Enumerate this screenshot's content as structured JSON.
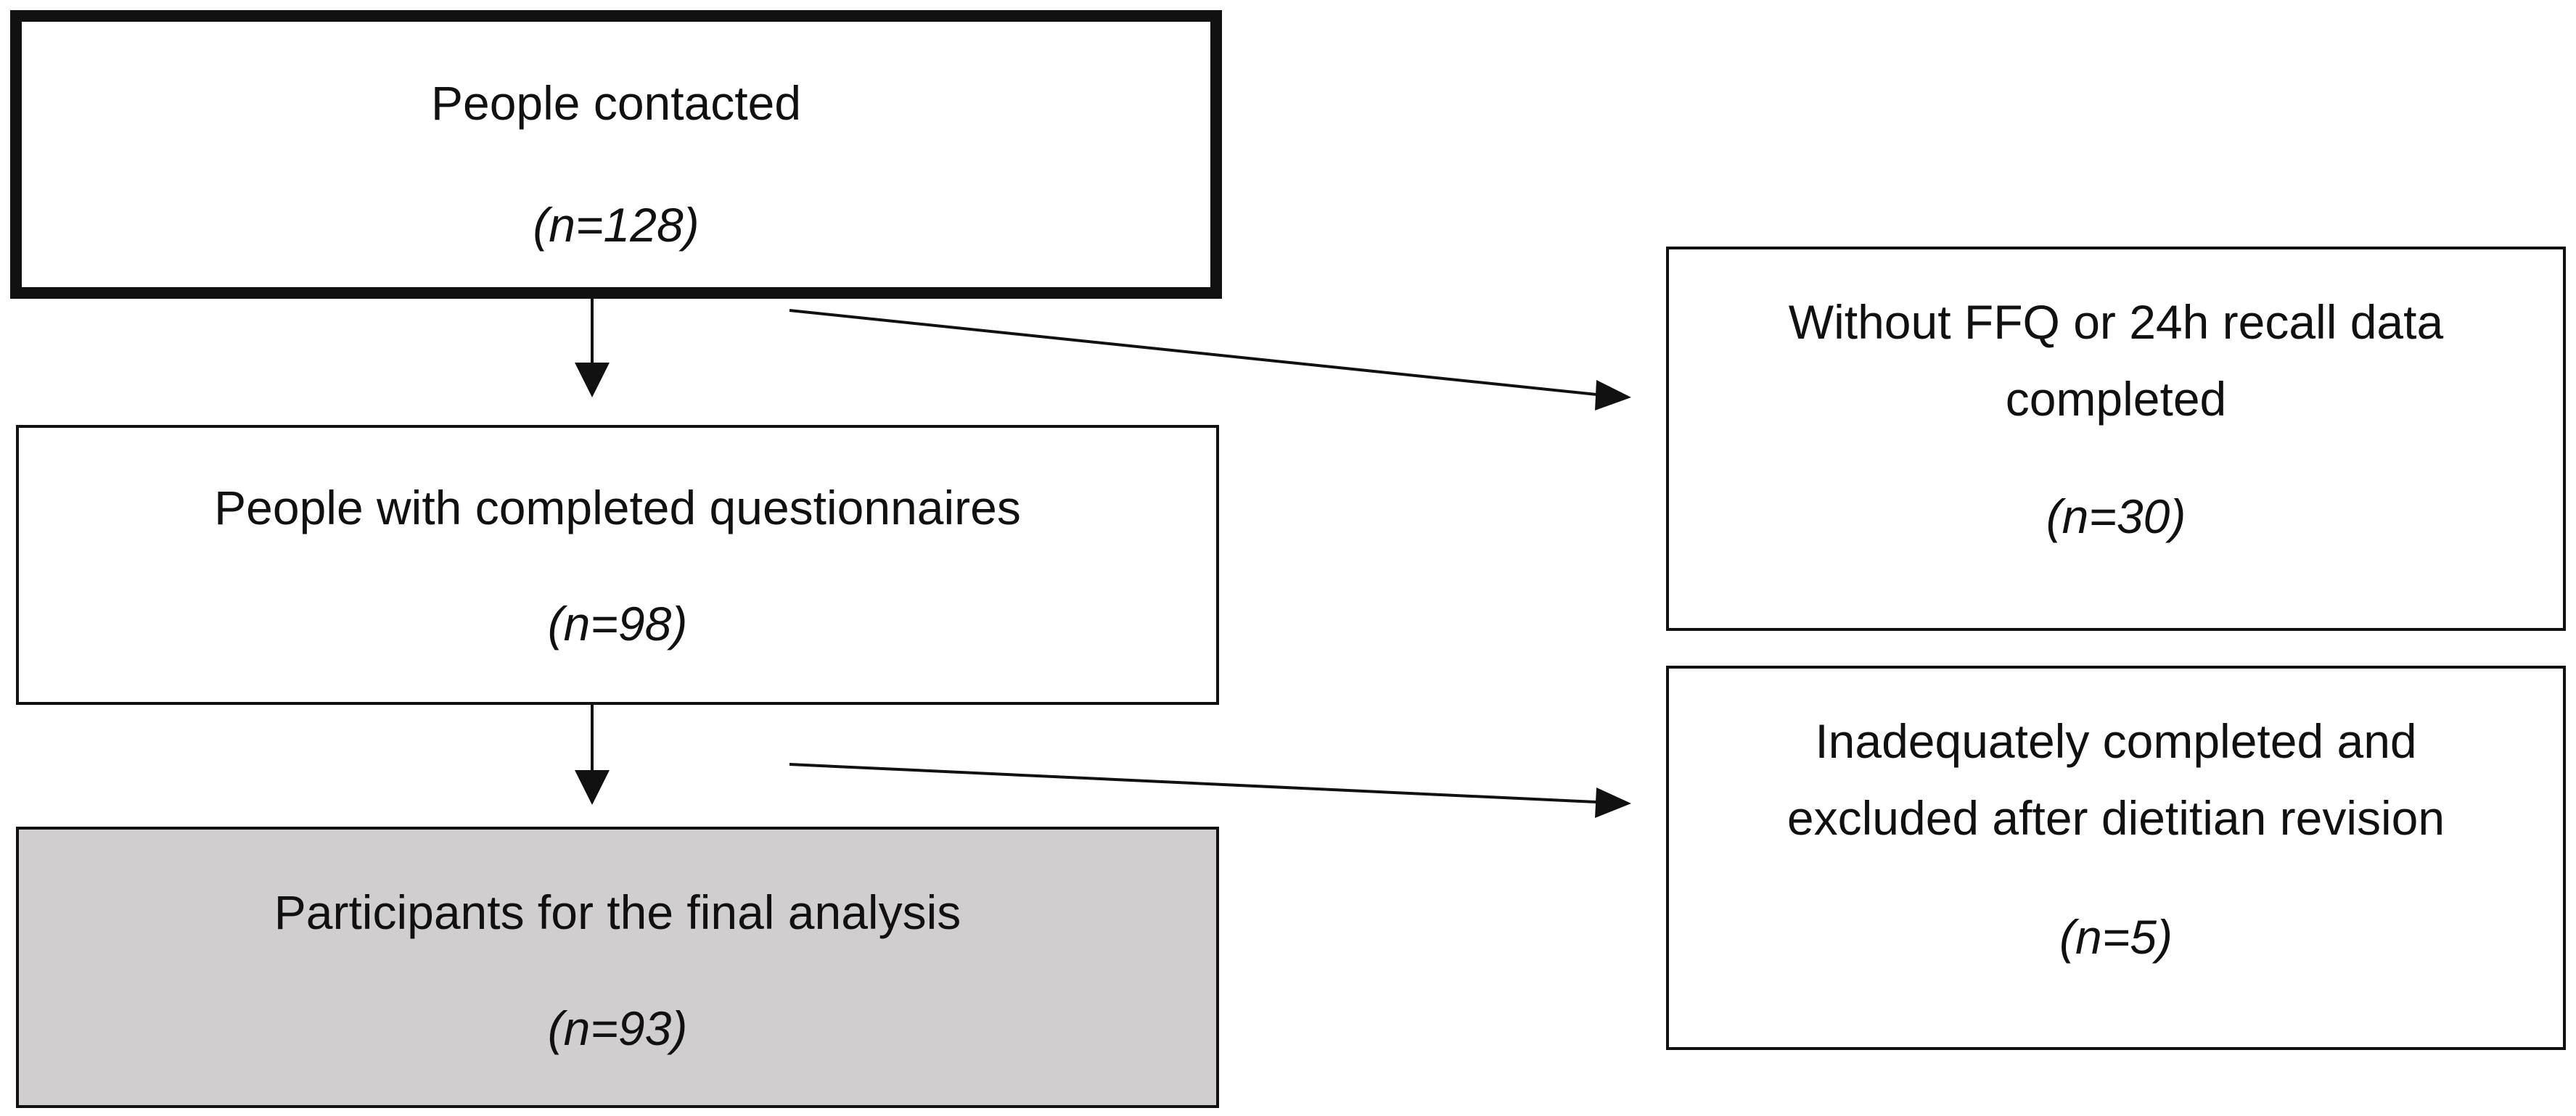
{
  "diagram": {
    "contacted": {
      "label": "People contacted",
      "count": "(n=128)"
    },
    "completed": {
      "label": "People with completed questionnaires",
      "count": "(n=98)"
    },
    "final": {
      "label": "Participants for the final analysis",
      "count": "(n=93)"
    },
    "excluded_no_data": {
      "label_line1": "Without FFQ or 24h recall data",
      "label_line2": "completed",
      "count": "(n=30)"
    },
    "excluded_inadequate": {
      "label_line1": "Inadequately completed and",
      "label_line2": "excluded after dietitian revision",
      "count": "(n=5)"
    },
    "colors": {
      "border": "#111111",
      "final_fill": "#d0cecf",
      "background": "#ffffff"
    }
  }
}
